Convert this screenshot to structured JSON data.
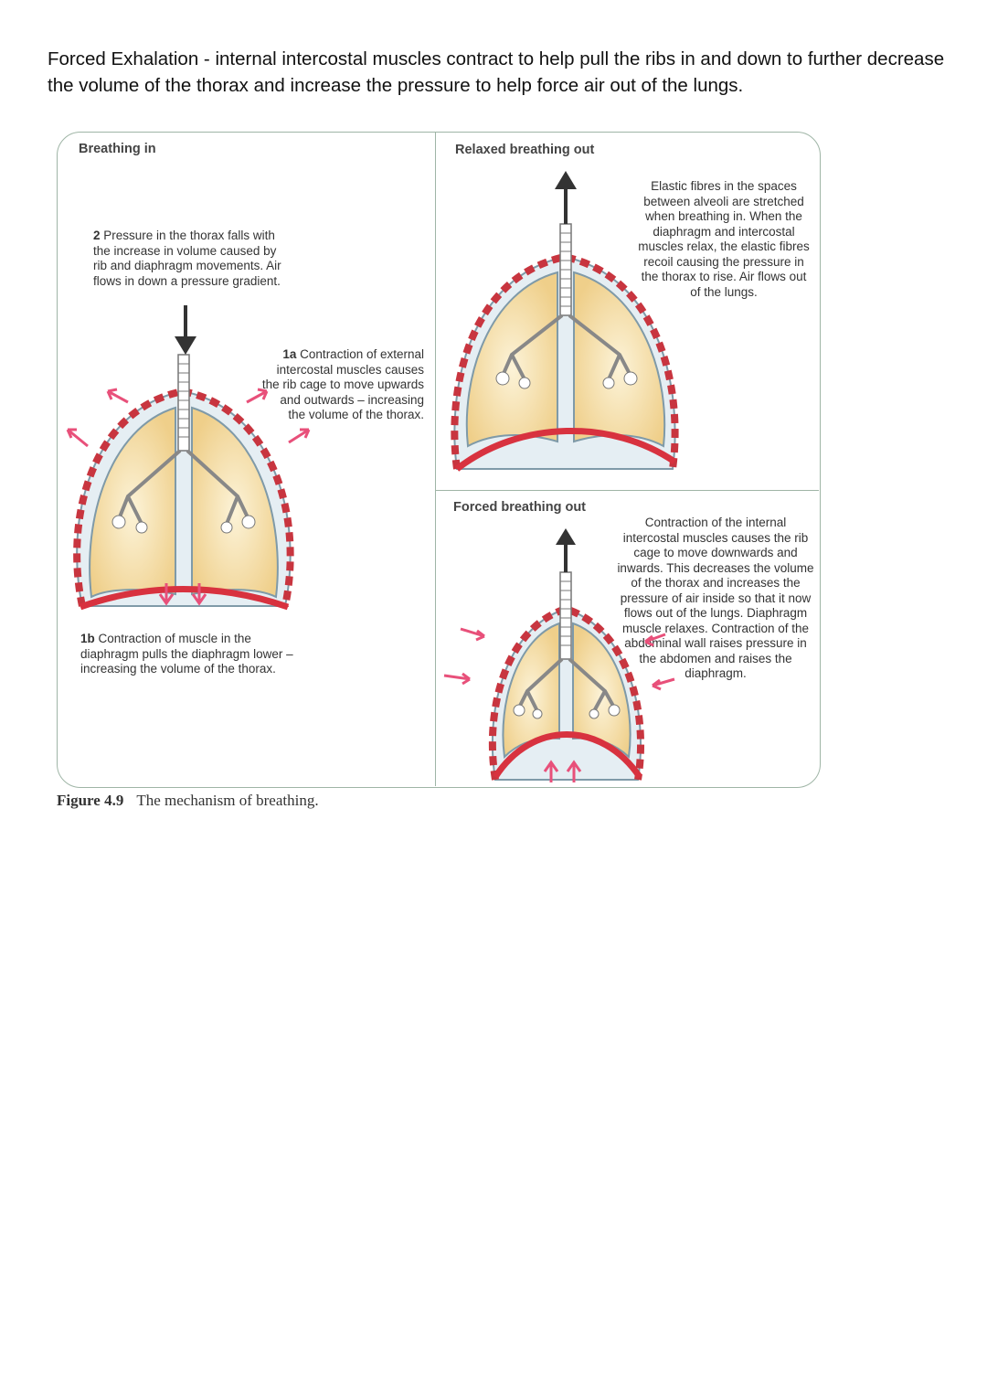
{
  "intro_text": "Forced Exhalation - internal intercostal muscles contract to help pull the ribs in and down to further decrease the volume of the thorax and increase the pressure to help force air out of the lungs.",
  "panels": {
    "breathing_in": {
      "title": "Breathing in",
      "note_2_num": "2",
      "note_2": "Pressure in the thorax falls with the increase in volume caused by rib and diaphragm movements. Air flows in down a pressure gradient.",
      "note_1a_num": "1a",
      "note_1a": "Contraction of external intercostal muscles causes the rib cage to move upwards and outwards – increasing the volume of the thorax.",
      "note_1b_num": "1b",
      "note_1b": "Contraction of muscle in the diaphragm pulls the diaphragm lower – increasing the volume of the thorax."
    },
    "relaxed_out": {
      "title": "Relaxed breathing out",
      "note": "Elastic fibres in the spaces between alveoli are stretched when breathing in. When the diaphragm and intercostal muscles relax, the elastic fibres recoil causing the pressure in the thorax to rise. Air flows out of the lungs."
    },
    "forced_out": {
      "title": "Forced breathing out",
      "note": "Contraction of the internal intercostal muscles causes the rib cage to move downwards and inwards. This decreases the volume of the thorax and increases the pressure of air inside so that it now flows out of the lungs. Diaphragm muscle relaxes. Contraction of the abdominal wall raises pressure in the abdomen and raises the diaphragm."
    }
  },
  "caption": {
    "label": "Figure 4.9",
    "text": "The mechanism of breathing."
  },
  "colors": {
    "lung_fill": "#f3dca2",
    "lung_inner": "#fbf0d0",
    "diaphragm": "#d8323f",
    "muscle": "#c8353f",
    "arrow_pink": "#e8507a",
    "arrow_dark": "#333333",
    "frame": "#9fb5a6"
  }
}
